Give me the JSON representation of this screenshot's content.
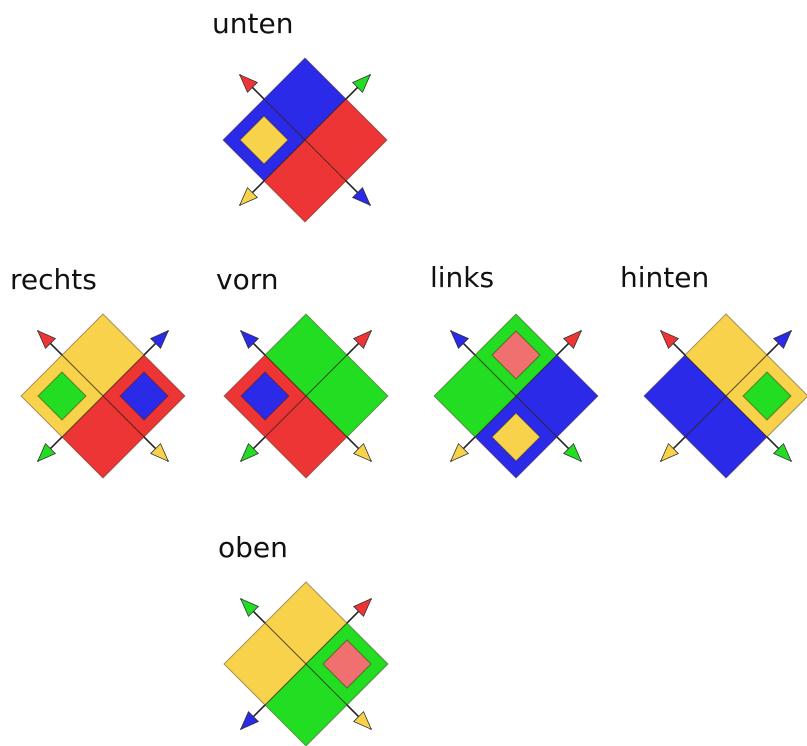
{
  "palette": {
    "red": "#ee3535",
    "blue": "#2a2ae8",
    "yellow": "#f8d24a",
    "green": "#22dd22",
    "pink": "#f07070",
    "outline": "#7a6a3a"
  },
  "faces": [
    {
      "id": "unten",
      "label": "unten",
      "quadrants": {
        "top": "blue",
        "right": "red",
        "bottom": "red",
        "left": "blue"
      },
      "inset": {
        "quadrant": "left",
        "color": "yellow"
      },
      "arrows": {
        "top_left": "red",
        "top_right": "green",
        "bottom_left": "yellow",
        "bottom_right": "blue"
      }
    },
    {
      "id": "rechts",
      "label": "rechts",
      "quadrants": {
        "top": "yellow",
        "right": "red",
        "bottom": "red",
        "left": "yellow"
      },
      "inset": {
        "quadrant": "right",
        "color": "blue"
      },
      "inset2": {
        "quadrant": "left",
        "color": "green"
      },
      "arrows": {
        "top_left": "red",
        "top_right": "blue",
        "bottom_left": "green",
        "bottom_right": "yellow"
      }
    },
    {
      "id": "vorn",
      "label": "vorn",
      "quadrants": {
        "top": "green",
        "right": "green",
        "bottom": "red",
        "left": "red"
      },
      "inset": {
        "quadrant": "left",
        "color": "blue"
      },
      "arrows": {
        "top_left": "blue",
        "top_right": "red",
        "bottom_left": "green",
        "bottom_right": "yellow"
      }
    },
    {
      "id": "links",
      "label": "links",
      "quadrants": {
        "top": "green",
        "right": "blue",
        "bottom": "blue",
        "left": "green"
      },
      "inset": {
        "quadrant": "top",
        "color": "pink"
      },
      "inset2": {
        "quadrant": "bottom",
        "color": "yellow"
      },
      "arrows": {
        "top_left": "blue",
        "top_right": "red",
        "bottom_left": "yellow",
        "bottom_right": "green"
      }
    },
    {
      "id": "hinten",
      "label": "hinten",
      "quadrants": {
        "top": "yellow",
        "right": "yellow",
        "bottom": "blue",
        "left": "blue"
      },
      "inset": {
        "quadrant": "right",
        "color": "green"
      },
      "arrows": {
        "top_left": "red",
        "top_right": "blue",
        "bottom_left": "yellow",
        "bottom_right": "green"
      }
    },
    {
      "id": "oben",
      "label": "oben",
      "quadrants": {
        "top": "yellow",
        "right": "green",
        "bottom": "green",
        "left": "yellow"
      },
      "inset": {
        "quadrant": "right",
        "color": "pink"
      },
      "arrows": {
        "top_left": "green",
        "top_right": "red",
        "bottom_left": "blue",
        "bottom_right": "yellow"
      }
    }
  ]
}
